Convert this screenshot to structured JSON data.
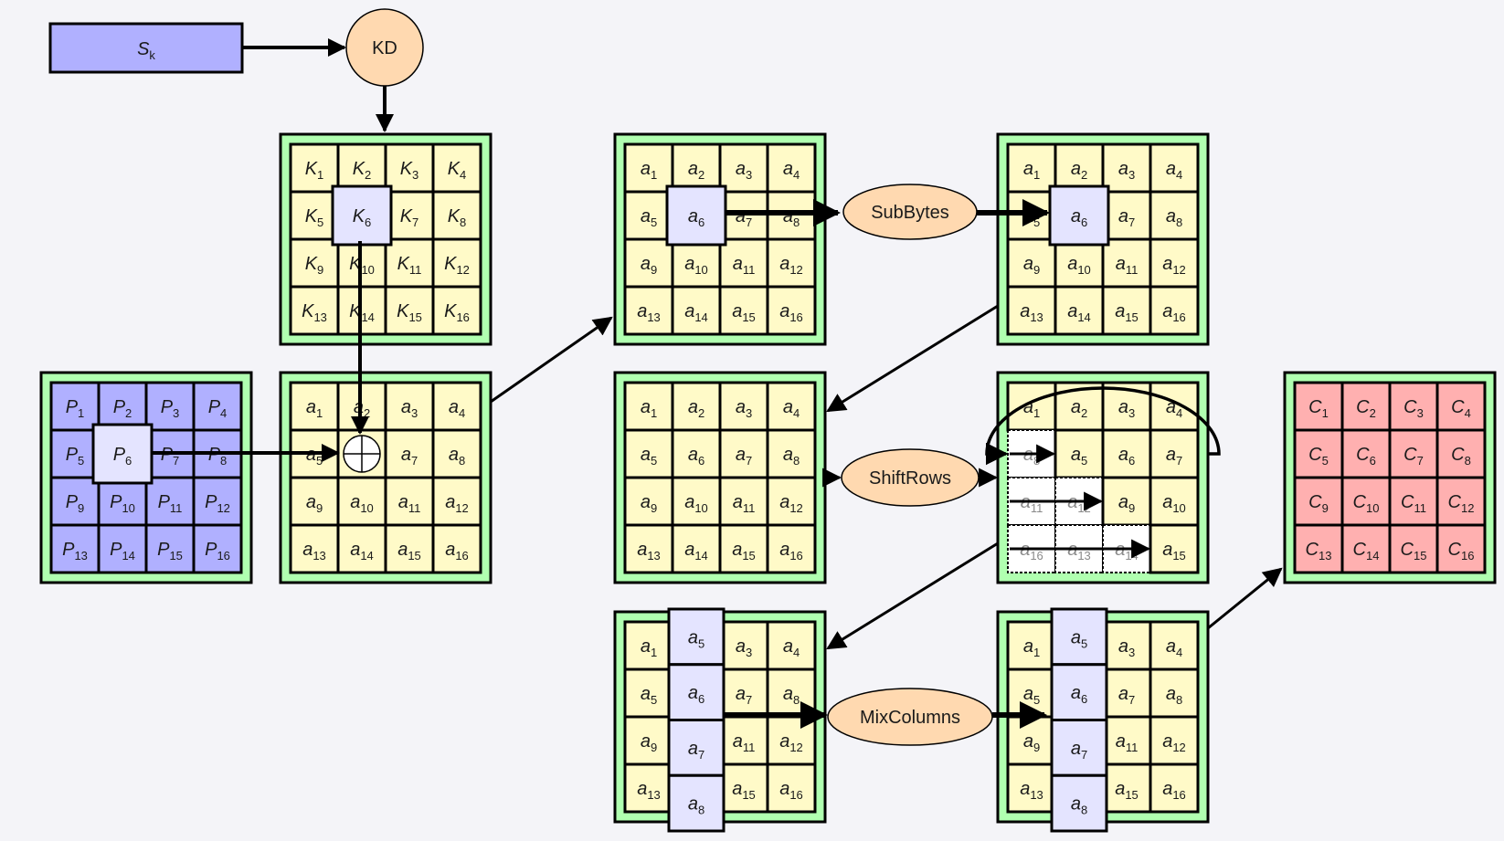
{
  "diagram": {
    "title": "AES round with key derivation",
    "colors": {
      "background": "#f4f4f8",
      "frame": "#b0ffb0",
      "state": "#fffac8",
      "plaintext": "#b0b0ff",
      "ciphertext": "#ffb0b0",
      "highlight": "#e4e4ff",
      "operation": "#ffd9b0"
    },
    "key_source": {
      "label": "S",
      "subscript": "k"
    },
    "key_derivation": {
      "label": "KD"
    },
    "operations": {
      "subbytes": "SubBytes",
      "shiftrows": "ShiftRows",
      "mixcolumns": "MixColumns"
    },
    "grids": {
      "plaintext": {
        "symbol": "P",
        "highlight": [
          6
        ]
      },
      "round_key": {
        "symbol": "K",
        "highlight": [
          6
        ]
      },
      "add_round_key": {
        "symbol": "a",
        "xor_cell": 6
      },
      "pre_subbytes": {
        "symbol": "a",
        "highlight": [
          6
        ]
      },
      "post_subbytes": {
        "symbol": "a",
        "highlight": [
          6
        ]
      },
      "pre_shiftrows": {
        "symbol": "a"
      },
      "post_shiftrows": {
        "symbol": "a",
        "rows": [
          [
            1,
            2,
            3,
            4
          ],
          [
            5,
            6,
            7
          ],
          [
            9,
            10
          ],
          [
            15
          ]
        ],
        "shifted_out": [
          [
            8
          ],
          [
            11,
            12
          ],
          [
            16,
            13,
            14
          ]
        ]
      },
      "pre_mixcolumns": {
        "symbol": "a",
        "cells": [
          1,
          null,
          3,
          4,
          5,
          null,
          7,
          8,
          9,
          null,
          11,
          12,
          13,
          null,
          15,
          16
        ],
        "column_overlay": [
          5,
          6,
          7,
          8
        ]
      },
      "post_mixcolumns": {
        "symbol": "a",
        "cells": [
          1,
          null,
          3,
          4,
          5,
          null,
          7,
          8,
          9,
          null,
          11,
          12,
          13,
          null,
          15,
          16
        ],
        "column_overlay": [
          5,
          6,
          7,
          8
        ]
      },
      "ciphertext": {
        "symbol": "C"
      }
    }
  }
}
